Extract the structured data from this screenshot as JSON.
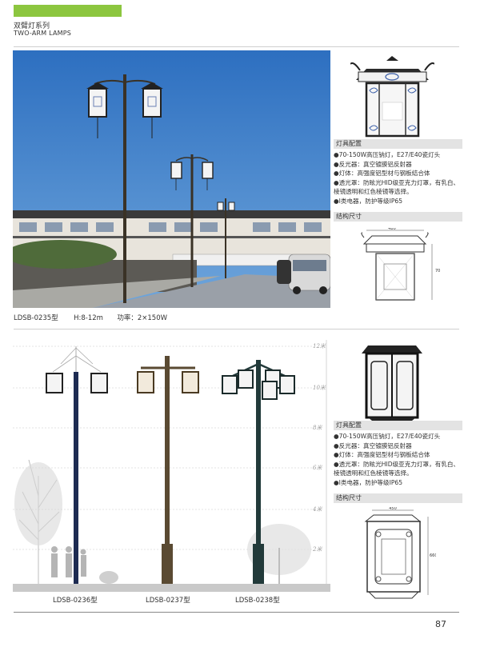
{
  "header": {
    "series_cn": "双臂灯系列",
    "series_en": "TWO-ARM LAMPS",
    "accent_color": "#8cc63f"
  },
  "top": {
    "caption": {
      "model": "LDSB-0235型",
      "height": "H:8-12m",
      "power": "功率：2×150W"
    },
    "config_title": "灯具配置",
    "specs": [
      "●70-150W高压钠灯，E27/E40瓷灯头",
      "●反光器：真空镀膜铝反射器",
      "●灯体：高强度铝型材与钢板结合体",
      "●透光罩：防眩光HID级亚克力灯罩，有乳白、棱镜透明和红色棱镜等选择。",
      "●I类电器，防护等级IP65"
    ],
    "structure_title": "结构尺寸",
    "dims": {
      "width": "480",
      "height": "700"
    }
  },
  "bottom": {
    "scale": [
      "12米",
      "10米",
      "8米",
      "6米",
      "4米",
      "2米"
    ],
    "models": [
      "LDSB-0236型",
      "LDSB-0237型",
      "LDSB-0238型"
    ],
    "config_title": "灯具配置",
    "specs": [
      "●70-150W高压钠灯，E27/E40瓷灯头",
      "●反光器：真空镀膜铝反射器",
      "●灯体：高强度铝型材与钢板结合体",
      "●透光罩：防眩光HID级亚克力灯罩，有乳白、棱镜透明和红色棱镜等选择。",
      "●I类电器，防护等级IP65"
    ],
    "structure_title": "结构尺寸",
    "dims": {
      "width": "450",
      "height": "660"
    }
  },
  "page_number": "87"
}
